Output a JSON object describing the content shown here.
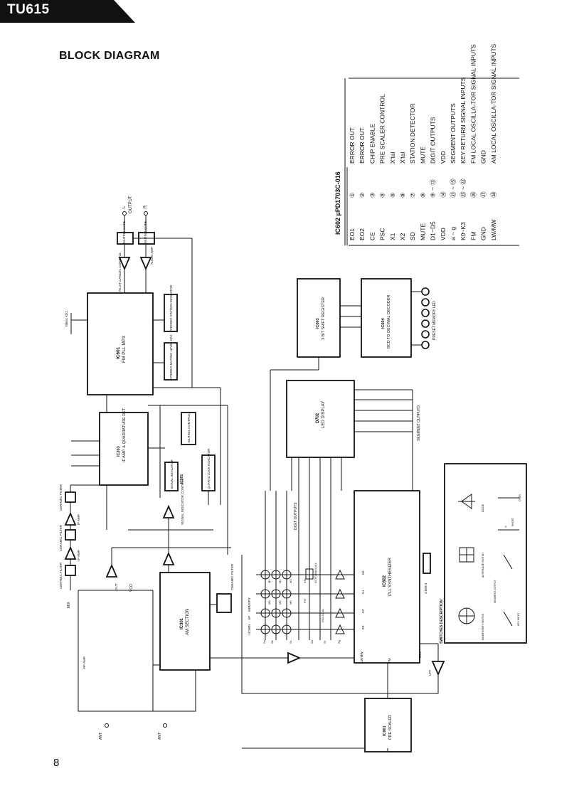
{
  "header": {
    "model": "TU615"
  },
  "title": "BLOCK DIAGRAM",
  "page_number": "8",
  "pin_table": {
    "title": "IC602 µPD1703C-016",
    "rows": [
      {
        "sym": "EO1",
        "pin": "①",
        "desc": "ERROR OUT"
      },
      {
        "sym": "EO2",
        "pin": "②",
        "desc": "ERROR OUT"
      },
      {
        "sym": "CE",
        "pin": "③",
        "desc": "CHIP ENABLE"
      },
      {
        "sym": "PSC",
        "pin": "④",
        "desc": "PRE SCALER CONTROL"
      },
      {
        "sym": "X1",
        "pin": "⑤",
        "desc": "X'tal"
      },
      {
        "sym": "X2",
        "pin": "⑥",
        "desc": "X'tal"
      },
      {
        "sym": "SD",
        "pin": "⑦",
        "desc": "STATION DETECTOR"
      },
      {
        "sym": "MUTE",
        "pin": "⑧",
        "desc": "MUTE"
      },
      {
        "sym": "D1~D5",
        "pin": "⑨ ~ ⑬",
        "desc": "DIGIT OUTPUTS"
      },
      {
        "sym": "VDD",
        "pin": "⑭",
        "desc": "VDD"
      },
      {
        "sym": "a ~ g",
        "pin": "㉑ ~ ⑮",
        "desc": "SEGMENT OUTPUTS"
      },
      {
        "sym": "K0~K3",
        "pin": "㉕ ~ ㉒",
        "desc": "KEY RETURN SIGNAL INPUTS"
      },
      {
        "sym": "FM",
        "pin": "㉖",
        "desc": "FM LOCAL OSCILLA-TOR SIGNAL INPUTS"
      },
      {
        "sym": "GND",
        "pin": "㉗",
        "desc": "GND"
      },
      {
        "sym": "LW/MW",
        "pin": "㉘",
        "desc": "AM LOCAL OSCILLA-TOR SIGNAL INPUTS"
      }
    ]
  },
  "blocks": {
    "ic601_name": "IC601",
    "ic601_desc": "FM PLL MPX",
    "ic603_name": "IC603",
    "ic603_desc": "3 BIT SHIFT REGISTER",
    "ic604_name": "IC604",
    "ic604_desc": "BCD TO DECIMAL DECODER",
    "ic203_name": "IC203",
    "ic203_desc": "IF AMP. & QUADRATURE DET.",
    "d702_name": "D702",
    "d702_desc": "LED DISPLAY",
    "ic602_name": "IC602",
    "ic602_desc": "PLL SYNTHESIZER",
    "ic301_name": "IC301",
    "ic301_desc": "AM SECTION",
    "ic501_name": "IC501",
    "ic901_name": "IC901",
    "ic901_desc": "PRE SCALER"
  },
  "labels": {
    "output": "OUTPUT",
    "out_l": "L",
    "out_r": "R",
    "muting_gate": "MUTING GATE",
    "audio_amp": "AUDIO AMP.",
    "pilot_cancel": "PILOT CANCEL CONTROL",
    "adj_76khz": "76kHz ADJ.",
    "stereo_station": "STEREO STATION INDICATOR",
    "stereo_muting": "STEREO MUTING LEVEL ADJ.",
    "muting_control": "MUTING CONTROL",
    "signal_indicator": "SIGNAL INDICATOR",
    "quartz_lock": "QUARTZ LOCK INDICATOR",
    "signal_ind_control": "SIGNAL INDICATOR CONTROL",
    "ceramic_filter": "CERAMIC FILTER",
    "if_amp": "IF AMP.",
    "mix": "MIX",
    "vco": "VCO",
    "out": "OUT",
    "rf_amp": "RF AMP.",
    "ant": "ANT",
    "lpf": "LPF",
    "fm": "FM",
    "lw_mw": "LW/MW",
    "eo1": "EO1",
    "xtal_freq": "4.5MHz",
    "digit_outputs": "DIGIT OUTPUTS",
    "segment_outputs": "SEGMENT OUTPUTS",
    "preset_memory_led": "PRESET MEMORY LED",
    "memory": "MEMORY",
    "up": "UP",
    "down": "DOWN",
    "auto_manual": "AUTO MANUAL",
    "am": "AM",
    "fm_key": "FM",
    "dx_local": "DX/LOCAL",
    "k0": "K0",
    "k1": "K1",
    "k2": "K2",
    "k3": "K3",
    "sa": "Sa",
    "sb": "Sb",
    "sc": "Sc",
    "sd": "Sd",
    "sf": "Sf",
    "sg": "Sg",
    "m1": "M1",
    "m2": "M2",
    "m3": "M3",
    "m4": "M4",
    "m5": "M5",
    "m6": "M6"
  },
  "switches": {
    "title": "SWITCHES DESCRIPTION",
    "momentary": "MOMENTARY SWITCH",
    "alternate": "ALTERNATE SWITCH",
    "diode": "DIODE",
    "key_input": "KEY INPUT",
    "segment_output": "SEGMENT OUTPUT",
    "open": "OPEN",
    "short": "SHORT",
    "or": "or"
  }
}
